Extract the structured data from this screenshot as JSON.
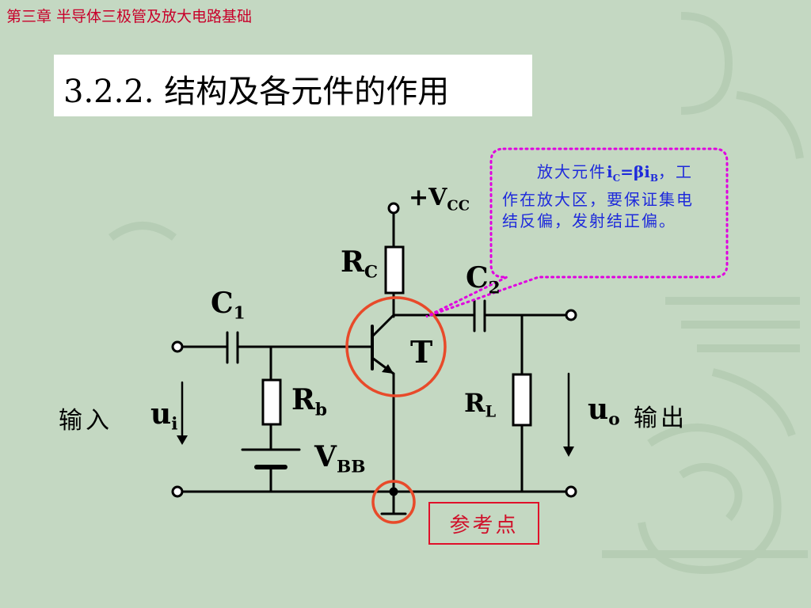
{
  "header": {
    "chapter": "第三章  半导体三极管及放大电路基础"
  },
  "title": "3.2.2.  结构及各元件的作用",
  "callout": {
    "line1_prefix": "放大元件",
    "formula": "iC=βiB",
    "line1_suffix": "，",
    "rest": "工作在放大区，要保证集电结反偏，发射结正偏。"
  },
  "labels": {
    "vcc": {
      "main": "+V",
      "sub": "CC"
    },
    "rc": {
      "main": "R",
      "sub": "C"
    },
    "c1": {
      "main": "C",
      "sub": "1"
    },
    "c2": {
      "main": "C",
      "sub": "2"
    },
    "rb": {
      "main": "R",
      "sub": "b"
    },
    "t": "T",
    "rl": {
      "main": "R",
      "sub": "L"
    },
    "vbb": {
      "main": "V",
      "sub": "BB"
    },
    "input_text": "输入",
    "ui": {
      "main": "u",
      "sub": "i"
    },
    "uo": {
      "main": "u",
      "sub": "o"
    },
    "output_text": "输出"
  },
  "reference_point": "参考点",
  "colors": {
    "background": "#c4d8c2",
    "chapter_text": "#c8002a",
    "callout_text": "#1e2adb",
    "callout_border": "#e000e0",
    "highlight_circle": "#e84a2a",
    "reference_box": "#e0102a"
  }
}
